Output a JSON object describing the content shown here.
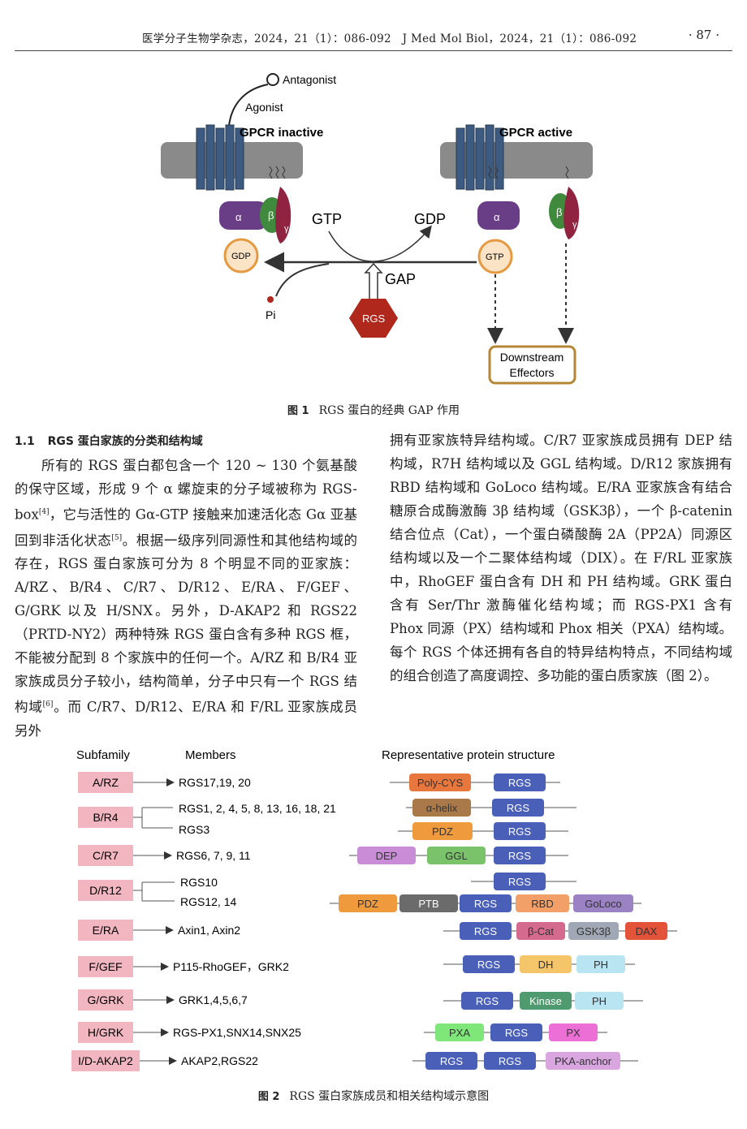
{
  "header": {
    "journal_line": "医学分子生物学杂志，2024，21（1）：086-092　J Med Mol Biol，2024，21（1）：086-092",
    "page": "· 87 ·"
  },
  "fig1": {
    "antagonist": "Antagonist",
    "agonist": "Agonist",
    "gpcr_inactive": "GPCR inactive",
    "gpcr_active": "GPCR active",
    "alpha": "α",
    "beta": "β",
    "gamma": "γ",
    "gtp_in": "GTP",
    "gdp_out": "GDP",
    "gap": "GAP",
    "rgs": "RGS",
    "gdp": "GDP",
    "gtp": "GTP",
    "pi": "Pi",
    "effectors_1": "Downstream",
    "effectors_2": "Effectors",
    "caption_num": "图 1",
    "caption_text": "RGS 蛋白的经典 GAP 作用"
  },
  "section": {
    "number": "1.1",
    "title": "RGS 蛋白家族的分类和结构域"
  },
  "left_col": {
    "p1": "所有的 RGS 蛋白都包含一个 120 ~ 130 个氨基酸的保守区域，形成 9 个 α 螺旋束的分子域被称为 RGS-box",
    "ref4": "[4]",
    "p1b": "，它与活性的 Gα-GTP 接触来加速活化态 Gα 亚基回到非活化状态",
    "ref5": "[5]",
    "p1c": "。根据一级序列同源性和其他结构域的存在，RGS 蛋白家族可分为 8 个明显不同的亚家族：A/RZ、B/R4、C/R7、D/R12、E/RA、F/GEF、G/GRK 以及 H/SNX。另外，D-AKAP2 和 RGS22（PRTD-NY2）两种特殊 RGS 蛋白含有多种 RGS 框，不能被分配到 8 个家族中的任何一个。A/RZ 和 B/R4 亚家族成员分子较小，结构简单，分子中只有一个 RGS 结构域",
    "ref6": "[6]",
    "p1d": "。而 C/R7、D/R12、E/RA 和 F/RL 亚家族成员另外"
  },
  "right_col": {
    "p": "拥有亚家族特异结构域。C/R7 亚家族成员拥有 DEP 结构域，R7H 结构域以及 GGL 结构域。D/R12 家族拥有 RBD 结构域和 GoLoco 结构域。E/RA 亚家族含有结合糖原合成酶激酶 3β 结构域（GSK3β），一个 β-catenin 结合位点（Cat），一个蛋白磷酸酶 2A（PP2A）同源区结构域以及一个二聚体结构域（DIX）。在 F/RL 亚家族中，RhoGEF 蛋白含有 DH 和 PH 结构域。GRK 蛋白含有 Ser/Thr 激酶催化结构域；而 RGS-PX1 含有 Phox 同源（PX）结构域和 Phox 相关（PXA）结构域。每个 RGS 个体还拥有各自的特异结构特点，不同结构域的组合创造了高度调控、多功能的蛋白质家族（图 2）。"
  },
  "fig2": {
    "col_subfamily": "Subfamily",
    "col_members": "Members",
    "col_structure": "Representative protein structure",
    "rows": [
      {
        "sub": "A/RZ",
        "members": [
          "RGS17,19, 20"
        ]
      },
      {
        "sub": "B/R4",
        "members": [
          "RGS1, 2, 4, 5, 8, 13, 16, 18, 21",
          "RGS3"
        ]
      },
      {
        "sub": "C/R7",
        "members": [
          "RGS6, 7, 9, 11"
        ]
      },
      {
        "sub": "D/R12",
        "members": [
          "RGS10",
          "RGS12, 14"
        ]
      },
      {
        "sub": "E/RA",
        "members": [
          "Axin1, Axin2"
        ]
      },
      {
        "sub": "F/GEF",
        "members": [
          "P115-RhoGEF，GRK2"
        ]
      },
      {
        "sub": "G/GRK",
        "members": [
          "GRK1,4,5,6,7"
        ]
      },
      {
        "sub": "H/GRK",
        "members": [
          "RGS-PX1,SNX14,SNX25"
        ]
      },
      {
        "sub": "I/D-AKAP2",
        "members": [
          "AKAP2,RGS22"
        ]
      }
    ],
    "domains": {
      "polycys": "Poly-CYS",
      "rgs": "RGS",
      "ahelix": "α-helix",
      "pdz": "PDZ",
      "dep": "DEP",
      "ggl": "GGL",
      "ptb": "PTB",
      "rbd": "RBD",
      "goloco": "GoLoco",
      "bcat": "β-Cat",
      "gsk": "GSK3β",
      "dax": "DAX",
      "dh": "DH",
      "ph": "PH",
      "kinase": "Kinase",
      "pxa": "PXA",
      "px": "PX",
      "pka": "PKA-anchor"
    },
    "caption_num": "图 2",
    "caption_text": "RGS 蛋白家族成员和相关结构域示意图"
  },
  "colors": {
    "rgs": "#4a5fb8",
    "sub_box": "#f2b6c0",
    "membrane": "#8a8a8a",
    "rgs_hex": "#b0281c"
  }
}
